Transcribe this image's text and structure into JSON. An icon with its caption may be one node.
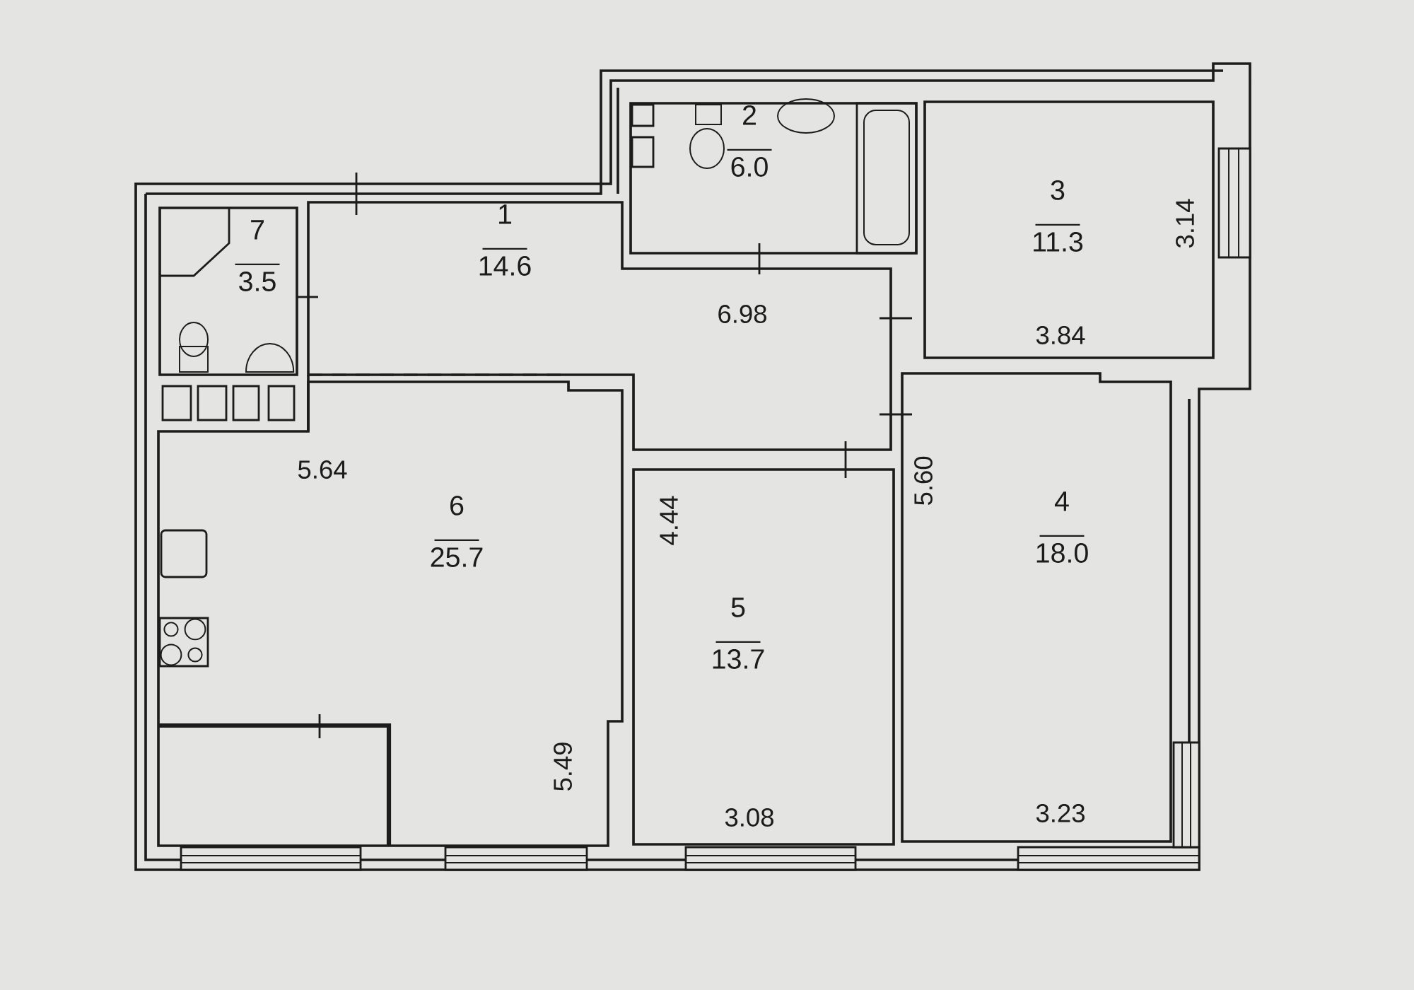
{
  "diagram": {
    "nodes": [
      {
        "text": [
          "2",
          "6.0"
        ]
      },
      {
        "text": [
          "3",
          "11.3"
        ]
      },
      {
        "text": [
          "7",
          "3.5"
        ]
      },
      {
        "text": [
          "1",
          "14.6"
        ]
      },
      {
        "text": [
          "6",
          "25.7"
        ]
      },
      {
        "text": [
          "5",
          "13.7"
        ]
      },
      {
        "text": [
          "4",
          "18.0"
        ]
      }
    ],
    "labels": [
      "3.14",
      "6.98",
      "3.84",
      "5.64",
      "5.60",
      "4.44",
      "5.49",
      "3.08",
      "3.23"
    ]
  }
}
